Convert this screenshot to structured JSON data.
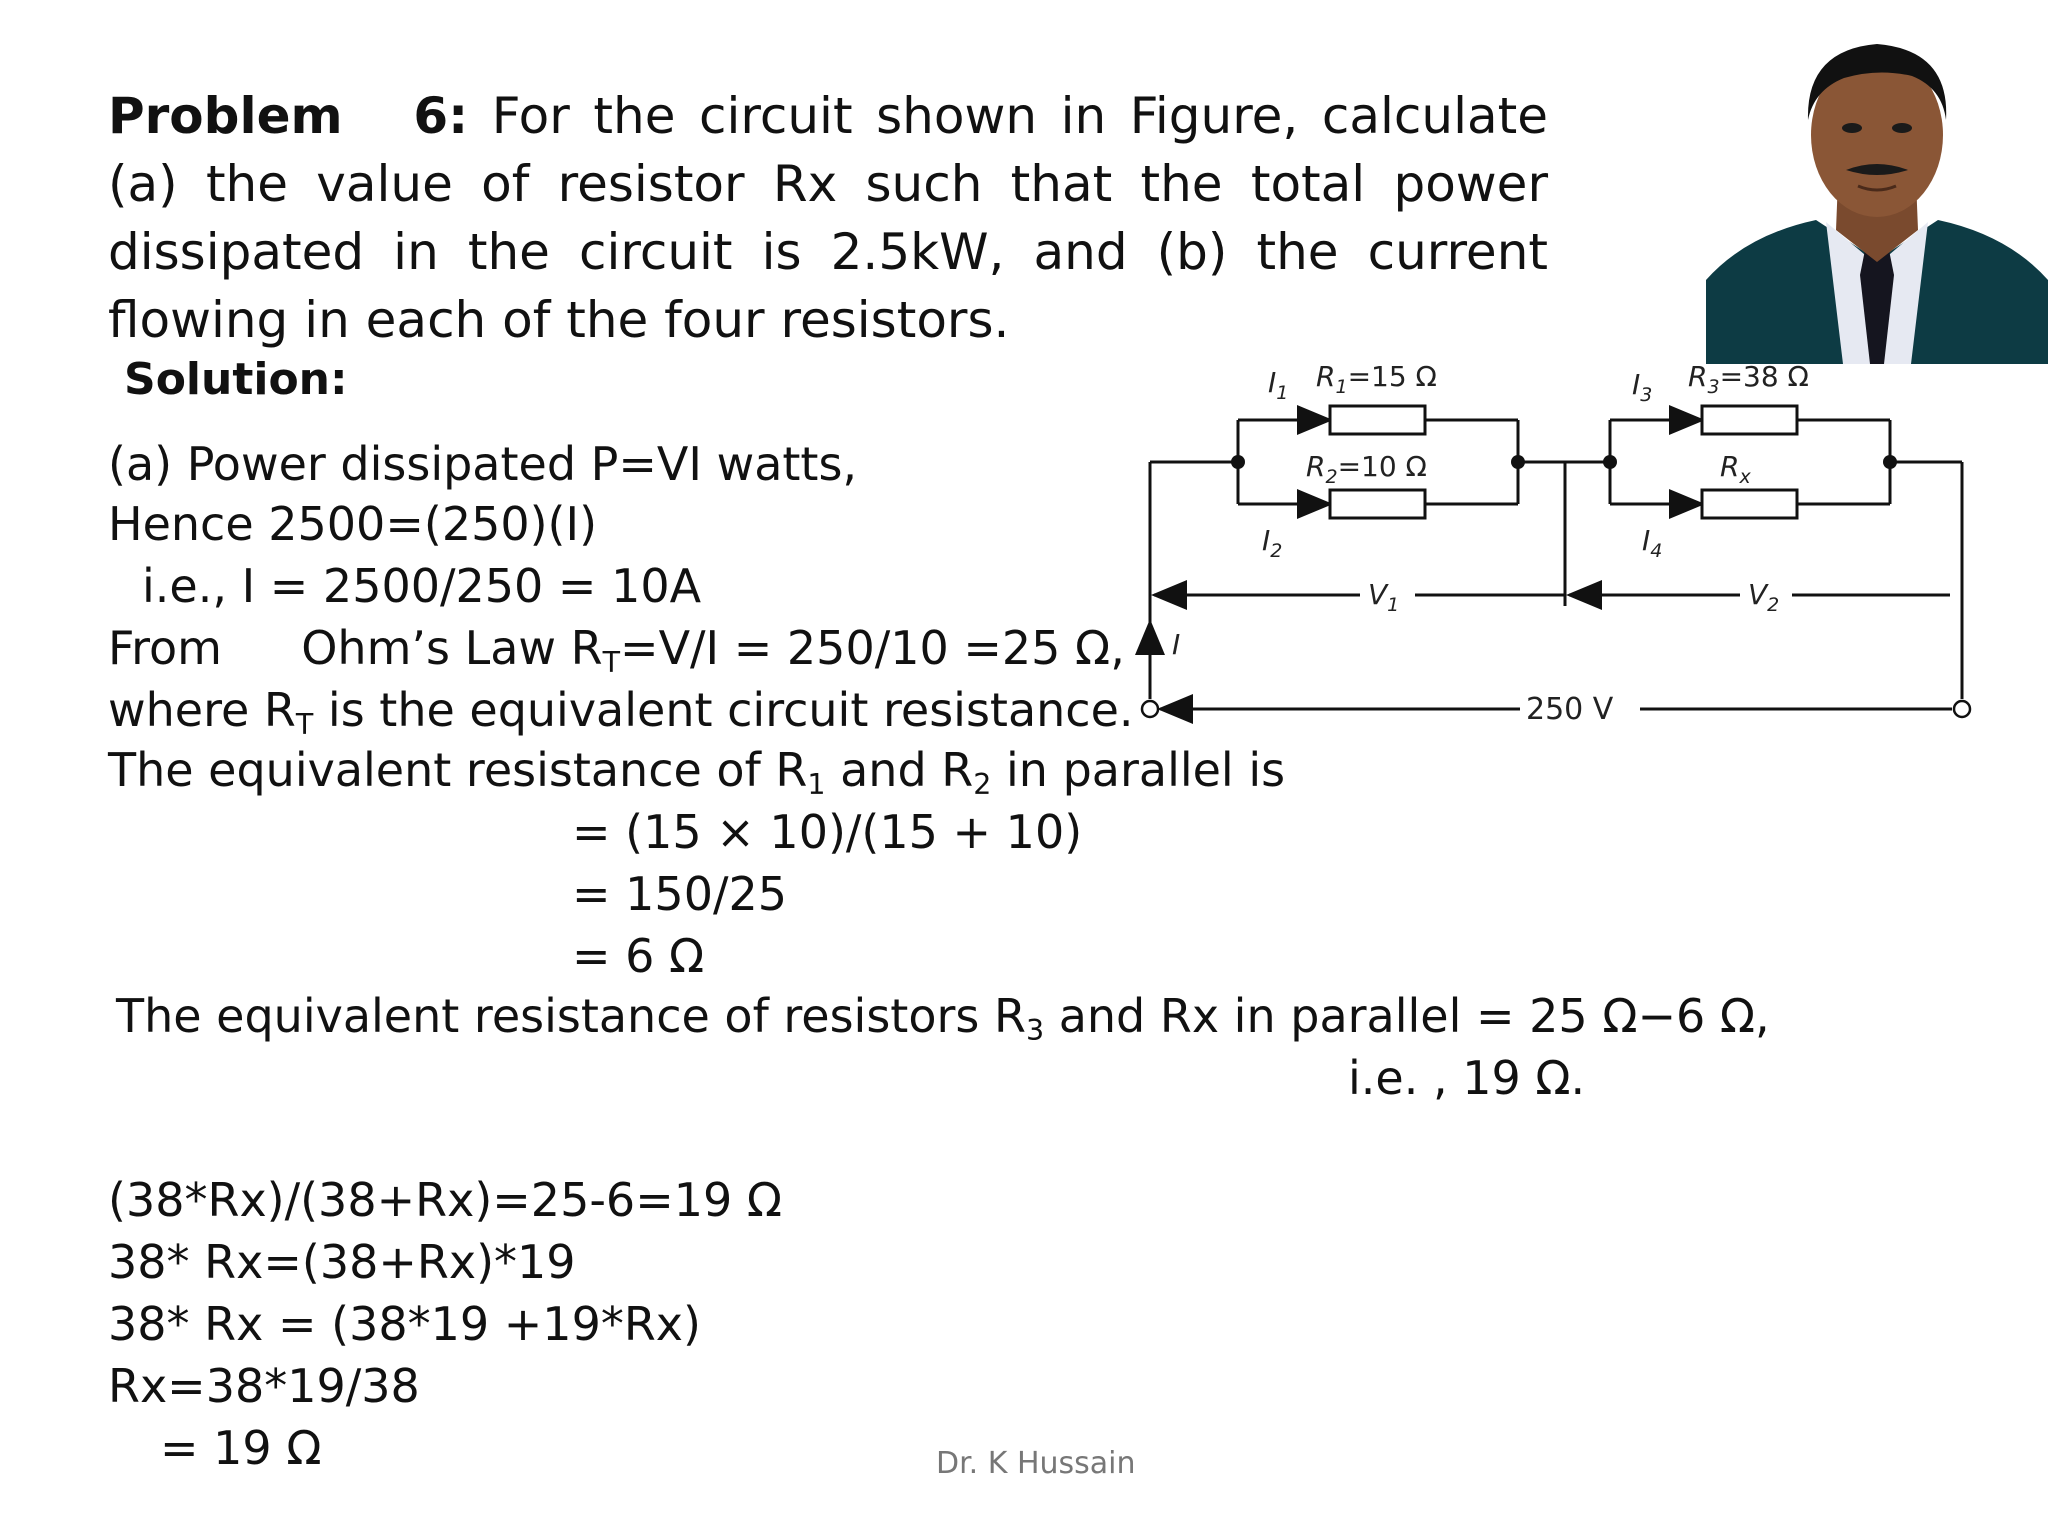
{
  "problem": {
    "label": "Problem",
    "number": "6:",
    "statement": "For the circuit shown in Figure, calculate (a) the value of resistor Rx such that the total power dissipated in the circuit is 2.5kW, and (b) the current flowing in each of the four resistors."
  },
  "solution_heading": "Solution:",
  "steps": {
    "s1": "(a)  Power dissipated P=VI watts,",
    "s2": "Hence 2500=(250)(I)",
    "s3": "i.e., I = 2500/250 = 10A",
    "s4": {
      "a": "From",
      "b": "Ohm’s Law R",
      "sub": "T",
      "c": "=V/I = 250/10 =25 Ω,"
    },
    "s5": {
      "a": "where R",
      "sub": "T",
      "b": " is the equivalent circuit resistance."
    },
    "s6": {
      "a": "The equivalent resistance of R",
      "sub1": "1",
      "b": " and R",
      "sub2": "2",
      "c": " in parallel is"
    },
    "s7": "= (15 × 10)/(15 + 10)",
    "s8": "= 150/25",
    "s9": "= 6 Ω",
    "s10": {
      "a": "The equivalent resistance of resistors R",
      "sub": "3",
      "b": " and Rx in parallel = 25 Ω−6 Ω,"
    },
    "s11": "i.e. , 19 Ω.",
    "s12": "(38*Rx)/(38+Rx)=25-6=19 Ω",
    "s13": "38* Rx=(38+Rx)*19",
    "s14": "38* Rx = (38*19 +19*Rx)",
    "s15": "Rx=38*19/38",
    "s16": "= 19 Ω"
  },
  "circuit": {
    "i1": "I",
    "i1_sub": "1",
    "r1": "R",
    "r1_sub": "1",
    "r1_val": "=15 Ω",
    "r2": "R",
    "r2_sub": "2",
    "r2_val": "=10 Ω",
    "i2": "I",
    "i2_sub": "2",
    "i3": "I",
    "i3_sub": "3",
    "r3": "R",
    "r3_sub": "3",
    "r3_val": "=38 Ω",
    "rx": "R",
    "rx_sub": "x",
    "i4": "I",
    "i4_sub": "4",
    "v1": "V",
    "v1_sub": "1",
    "v2": "V",
    "v2_sub": "2",
    "i_total": "I",
    "supply": "250 V"
  },
  "footer": "Dr. K Hussain"
}
